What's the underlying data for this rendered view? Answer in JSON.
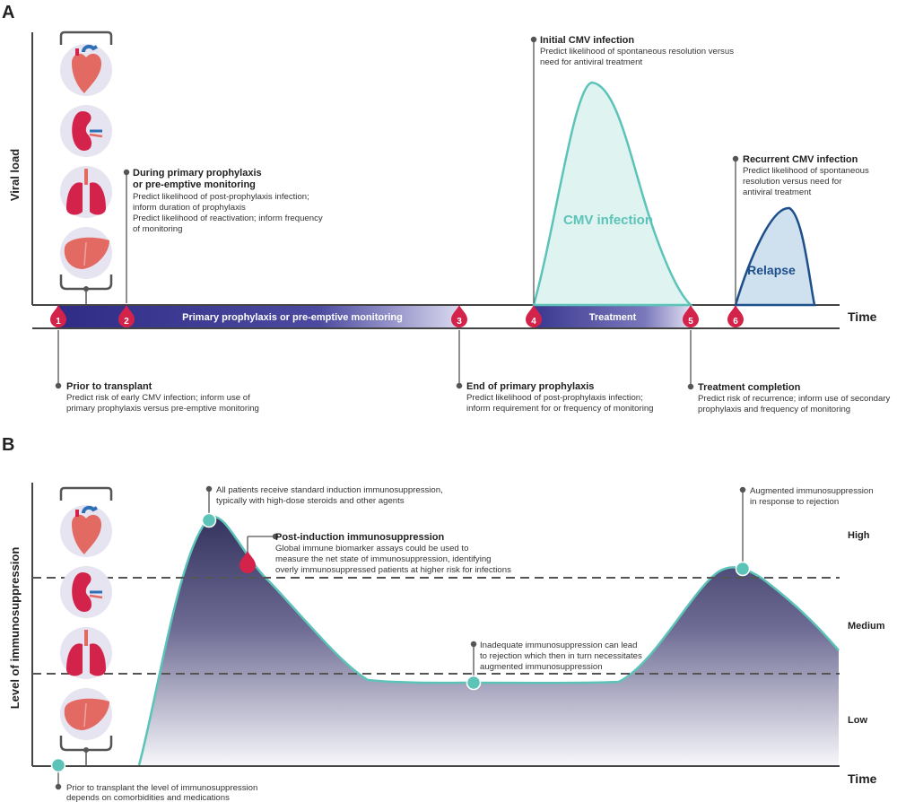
{
  "panels": {
    "a": "A",
    "b": "B"
  },
  "panel_a": {
    "y_axis_label": "Viral load",
    "time_label": "Time",
    "band_prophylaxis": "Primary prophylaxis or pre-emptive monitoring",
    "band_treatment": "Treatment",
    "curve_cmv_label": "CMV infection",
    "curve_relapse_label": "Relapse",
    "milestones": [
      {
        "num": "1",
        "title": "Prior to transplant",
        "lines": [
          "Predict risk of early CMV infection; inform use of",
          "primary prophylaxis versus pre-emptive monitoring"
        ]
      },
      {
        "num": "2",
        "title_lines": [
          "During primary prophylaxis",
          "or pre-emptive monitoring"
        ],
        "lines": [
          "Predict likelihood of post-prophylaxis infection;",
          "inform duration of prophylaxis",
          "Predict likelihood of reactivation; inform frequency",
          "of monitoring"
        ]
      },
      {
        "num": "3",
        "title": "End of primary prophylaxis",
        "lines": [
          "Predict likelihood of post-prophylaxis infection;",
          "inform requirement for or frequency of monitoring"
        ]
      },
      {
        "num": "4",
        "title": "Initial CMV infection",
        "lines": [
          "Predict likelihood of spontaneous resolution versus",
          "need for antiviral treatment"
        ]
      },
      {
        "num": "5",
        "title": "Treatment completion",
        "lines": [
          "Predict risk of recurrence; inform use of secondary",
          "prophylaxis and frequency of monitoring"
        ]
      },
      {
        "num": "6",
        "title": "Recurrent CMV infection",
        "lines": [
          "Predict likelihood of spontaneous",
          "resolution versus need for",
          "antiviral treatment"
        ]
      }
    ]
  },
  "panel_b": {
    "y_axis_label": "Level of immunosuppression",
    "time_label": "Time",
    "levels": {
      "high": "High",
      "medium": "Medium",
      "low": "Low"
    },
    "notes": {
      "induction": [
        "All patients receive standard induction immunosuppression,",
        "typically with high-dose steroids and other agents"
      ],
      "post_induction_title": "Post-induction immunosuppression",
      "post_induction": [
        "Global immune biomarker assays could be used to",
        "measure the net state of immunosuppression, identifying",
        "overly immunosuppressed patients at higher risk for infections"
      ],
      "inadequate": [
        "Inadequate immunosuppression can lead",
        "to rejection which then in turn necessitates",
        "augmented immunosuppression"
      ],
      "augmented": [
        "Augmented immunosuppression",
        "in response to rejection"
      ],
      "prior": [
        "Prior to transplant the level of immunosuppression",
        "depends on comorbidities and medications"
      ]
    }
  },
  "organs": [
    "heart-icon",
    "kidney-icon",
    "lungs-icon",
    "liver-icon"
  ],
  "colors": {
    "teal": "#5cc3b8",
    "teal_fill": "#dff3f0",
    "navy": "#1d4f8a",
    "relapse_fill": "#cfe0ef",
    "band_dark": "#3d3a8e",
    "pin_red": "#d4234a",
    "immuno_dark": "#3b3a70",
    "organ_bg": "#e6e4f1"
  }
}
